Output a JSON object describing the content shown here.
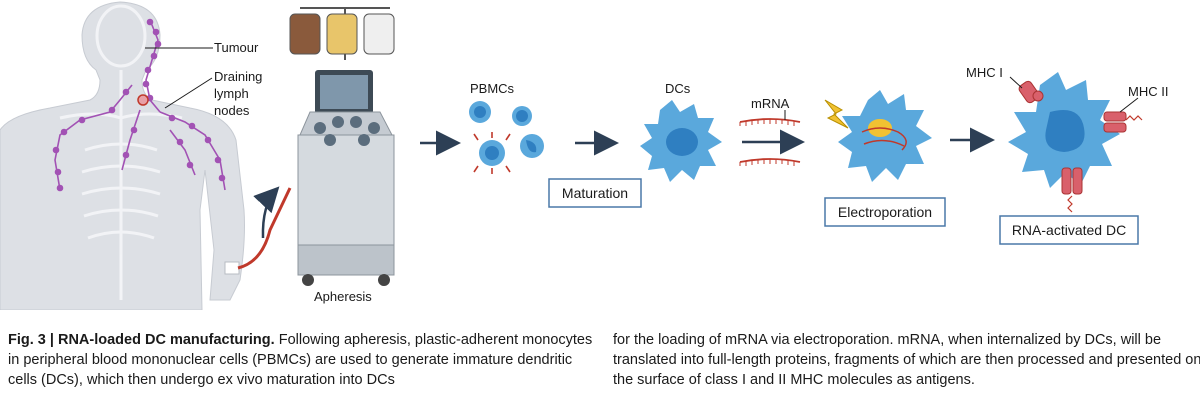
{
  "labels": {
    "tumour": "Tumour",
    "draining_lymph_nodes": [
      "Draining",
      "lymph",
      "nodes"
    ],
    "apheresis": "Apheresis",
    "pbmcs": "PBMCs",
    "dcs": "DCs",
    "mrna": "mRNA",
    "mhc_i": "MHC I",
    "mhc_ii": "MHC II"
  },
  "steps": {
    "maturation": "Maturation",
    "electroporation": "Electroporation",
    "rna_activated_dc": "RNA-activated DC"
  },
  "caption": {
    "figure_number": "Fig. 3 | RNA-loaded DC manufacturing.",
    "col1_text": "Following apheresis, plastic-adherent monocytes in peripheral blood mononuclear cells (PBMCs) are used to generate immature dendritic cells (DCs), which then undergo ex vivo maturation into DCs",
    "col2_text": "for the loading of mRNA via electroporation. mRNA, when internalized by DCs, will be translated into full-length proteins, fragments of which are then processed and presented on the surface of class I and II MHC molecules as antigens."
  },
  "colors": {
    "cell_blue": "#5aa8dc",
    "cell_blue_light": "#a9d4f0",
    "nucleus": "#2f7fc1",
    "lymph": "#a252b4",
    "mrna": "#c0392b",
    "mhc": "#d9606b",
    "arrow": "#2d3f55",
    "box_border": "#4a78a8",
    "body": "#dde0e5"
  }
}
